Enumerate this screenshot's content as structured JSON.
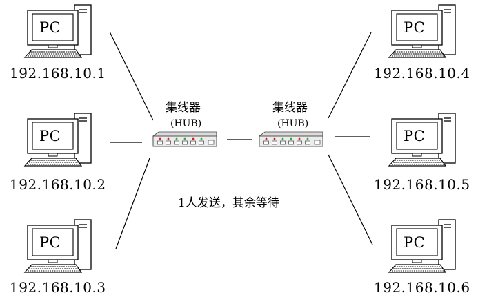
{
  "pcs": [
    {
      "label": "PC",
      "ip": "192.168.10.1"
    },
    {
      "label": "PC",
      "ip": "192.168.10.2"
    },
    {
      "label": "PC",
      "ip": "192.168.10.3"
    },
    {
      "label": "PC",
      "ip": "192.168.10.4"
    },
    {
      "label": "PC",
      "ip": "192.168.10.5"
    },
    {
      "label": "PC",
      "ip": "192.168.10.6"
    }
  ],
  "hubs": [
    {
      "name": "集线器",
      "sub": "(HUB)"
    },
    {
      "name": "集线器",
      "sub": "(HUB)"
    }
  ],
  "note": "1人发送，其余等待",
  "colors": {
    "line": "#000000",
    "hub_body": "#ececec",
    "led_red": "#d92020",
    "led_green": "#2fae3a",
    "port": "#555555"
  }
}
